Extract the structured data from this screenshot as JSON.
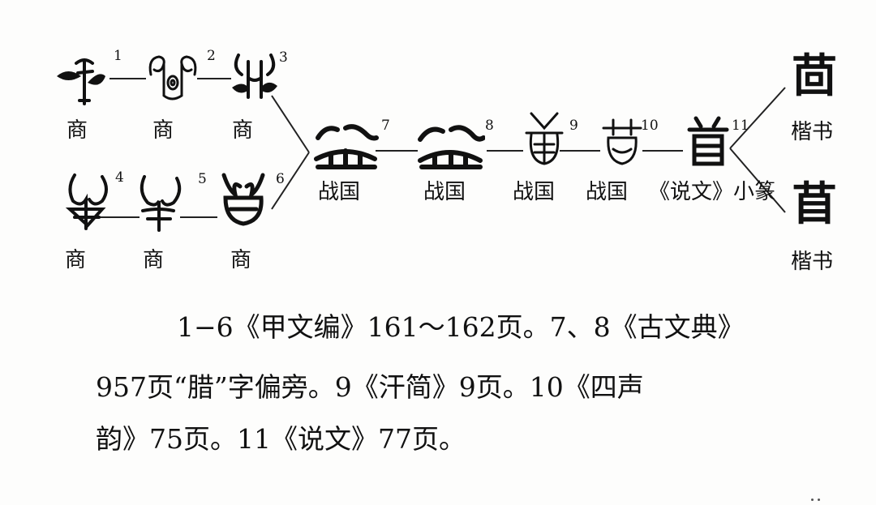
{
  "forms": [
    {
      "id": "1",
      "period": "商"
    },
    {
      "id": "2",
      "period": "商"
    },
    {
      "id": "3",
      "period": "商"
    },
    {
      "id": "4",
      "period": "商"
    },
    {
      "id": "5",
      "period": "商"
    },
    {
      "id": "6",
      "period": "商"
    },
    {
      "id": "7",
      "period": "战国"
    },
    {
      "id": "8",
      "period": "战国"
    },
    {
      "id": "9",
      "period": "战国"
    },
    {
      "id": "10",
      "period": "战国"
    },
    {
      "id": "11",
      "period": "《说文》小篆"
    }
  ],
  "kaishu": [
    {
      "char": "茴",
      "label": "楷书"
    },
    {
      "char": "苜",
      "label": "楷书"
    }
  ],
  "caption": {
    "line1": "1−6《甲文编》161～162页。7、8《古文典》",
    "line2": "957页“腊”字偏旁。9《汗简》9页。10《四声",
    "line3": "韵》75页。11《说文》77页。"
  }
}
